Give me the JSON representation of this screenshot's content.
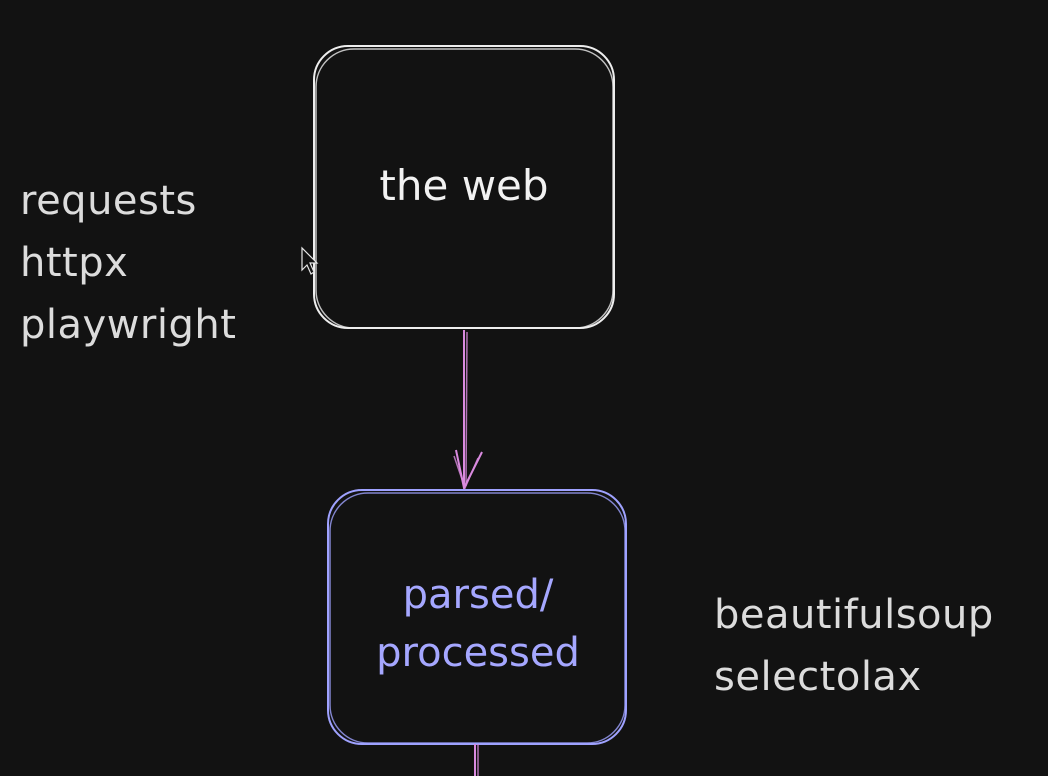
{
  "nodes": {
    "web": {
      "label": "the web",
      "color": "#f2f2f2"
    },
    "parsed": {
      "lines": [
        "parsed/",
        "processed"
      ],
      "color": "#a5a7ff"
    }
  },
  "left_list": [
    "requests",
    "httpx",
    "playwright"
  ],
  "right_list": [
    "beautifulsoup",
    "selectolax"
  ],
  "colors": {
    "background": "#121212",
    "text": "#dcdcdc",
    "arrow": "#d98adf",
    "web_border": "#eeeeee",
    "parsed_border": "#9fa2ff"
  }
}
